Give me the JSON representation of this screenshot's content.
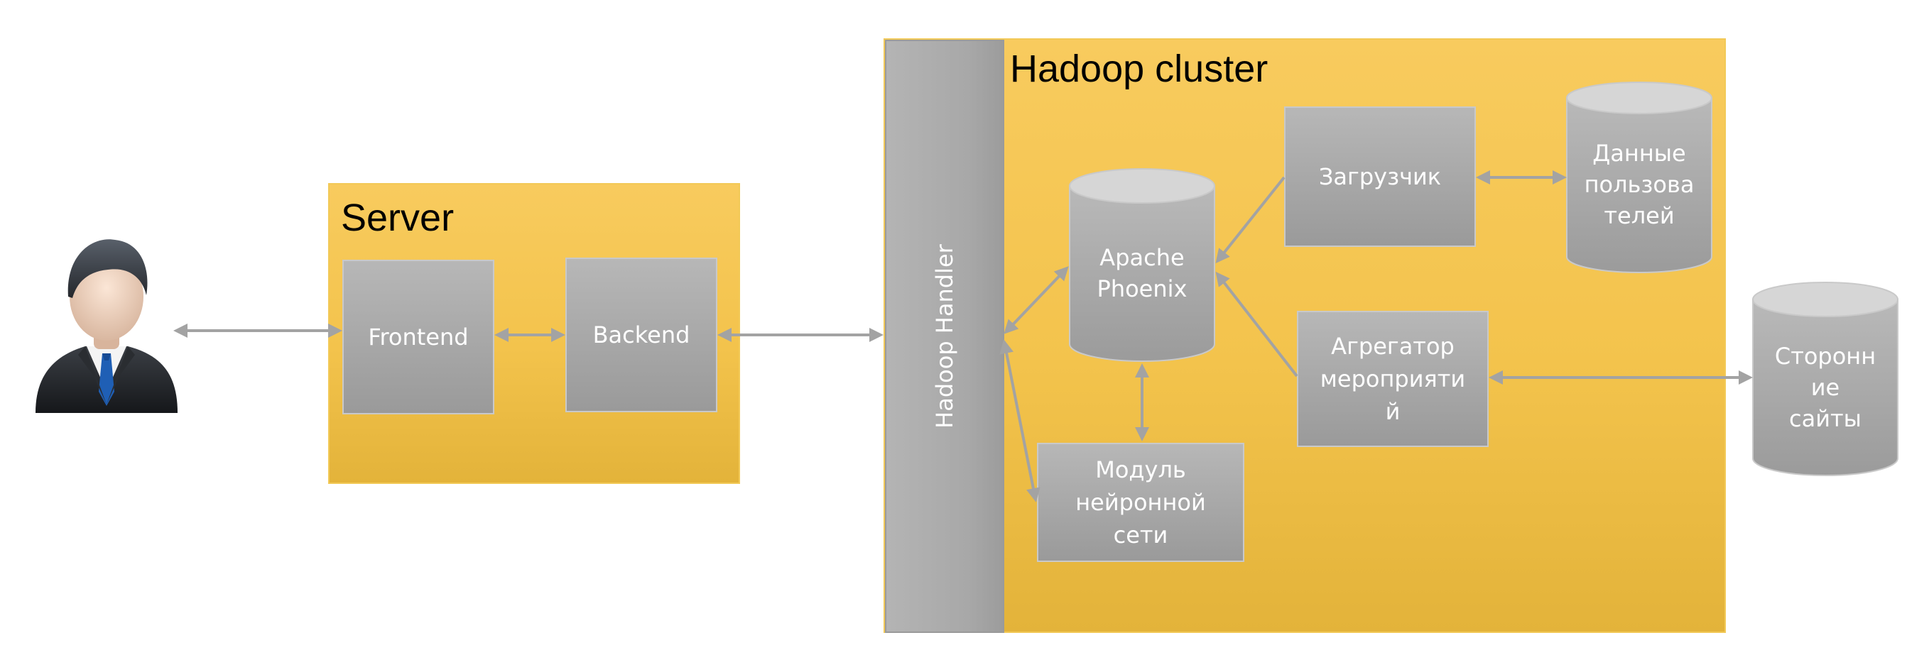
{
  "server": {
    "title": "Server"
  },
  "cluster": {
    "title": "Hadoop cluster",
    "handler_label": "Hadoop Handler"
  },
  "nodes": {
    "frontend": "Frontend",
    "backend": "Backend",
    "phoenix": "Apache\nPhoenix",
    "loader": "Загрузчик",
    "user_data": "Данные\nпользова\nтелей",
    "aggregator": "Агрегатор\nмероприяти\nй",
    "neural": "Модуль\nнейронной\nсети",
    "third_party": "Сторонн\nие\nсайты"
  },
  "icons": {
    "user": "user-businessman-icon"
  },
  "colors": {
    "gold": "#f5c451",
    "gray_box": "#a9a9a9",
    "arrow": "#a3a3a3"
  }
}
